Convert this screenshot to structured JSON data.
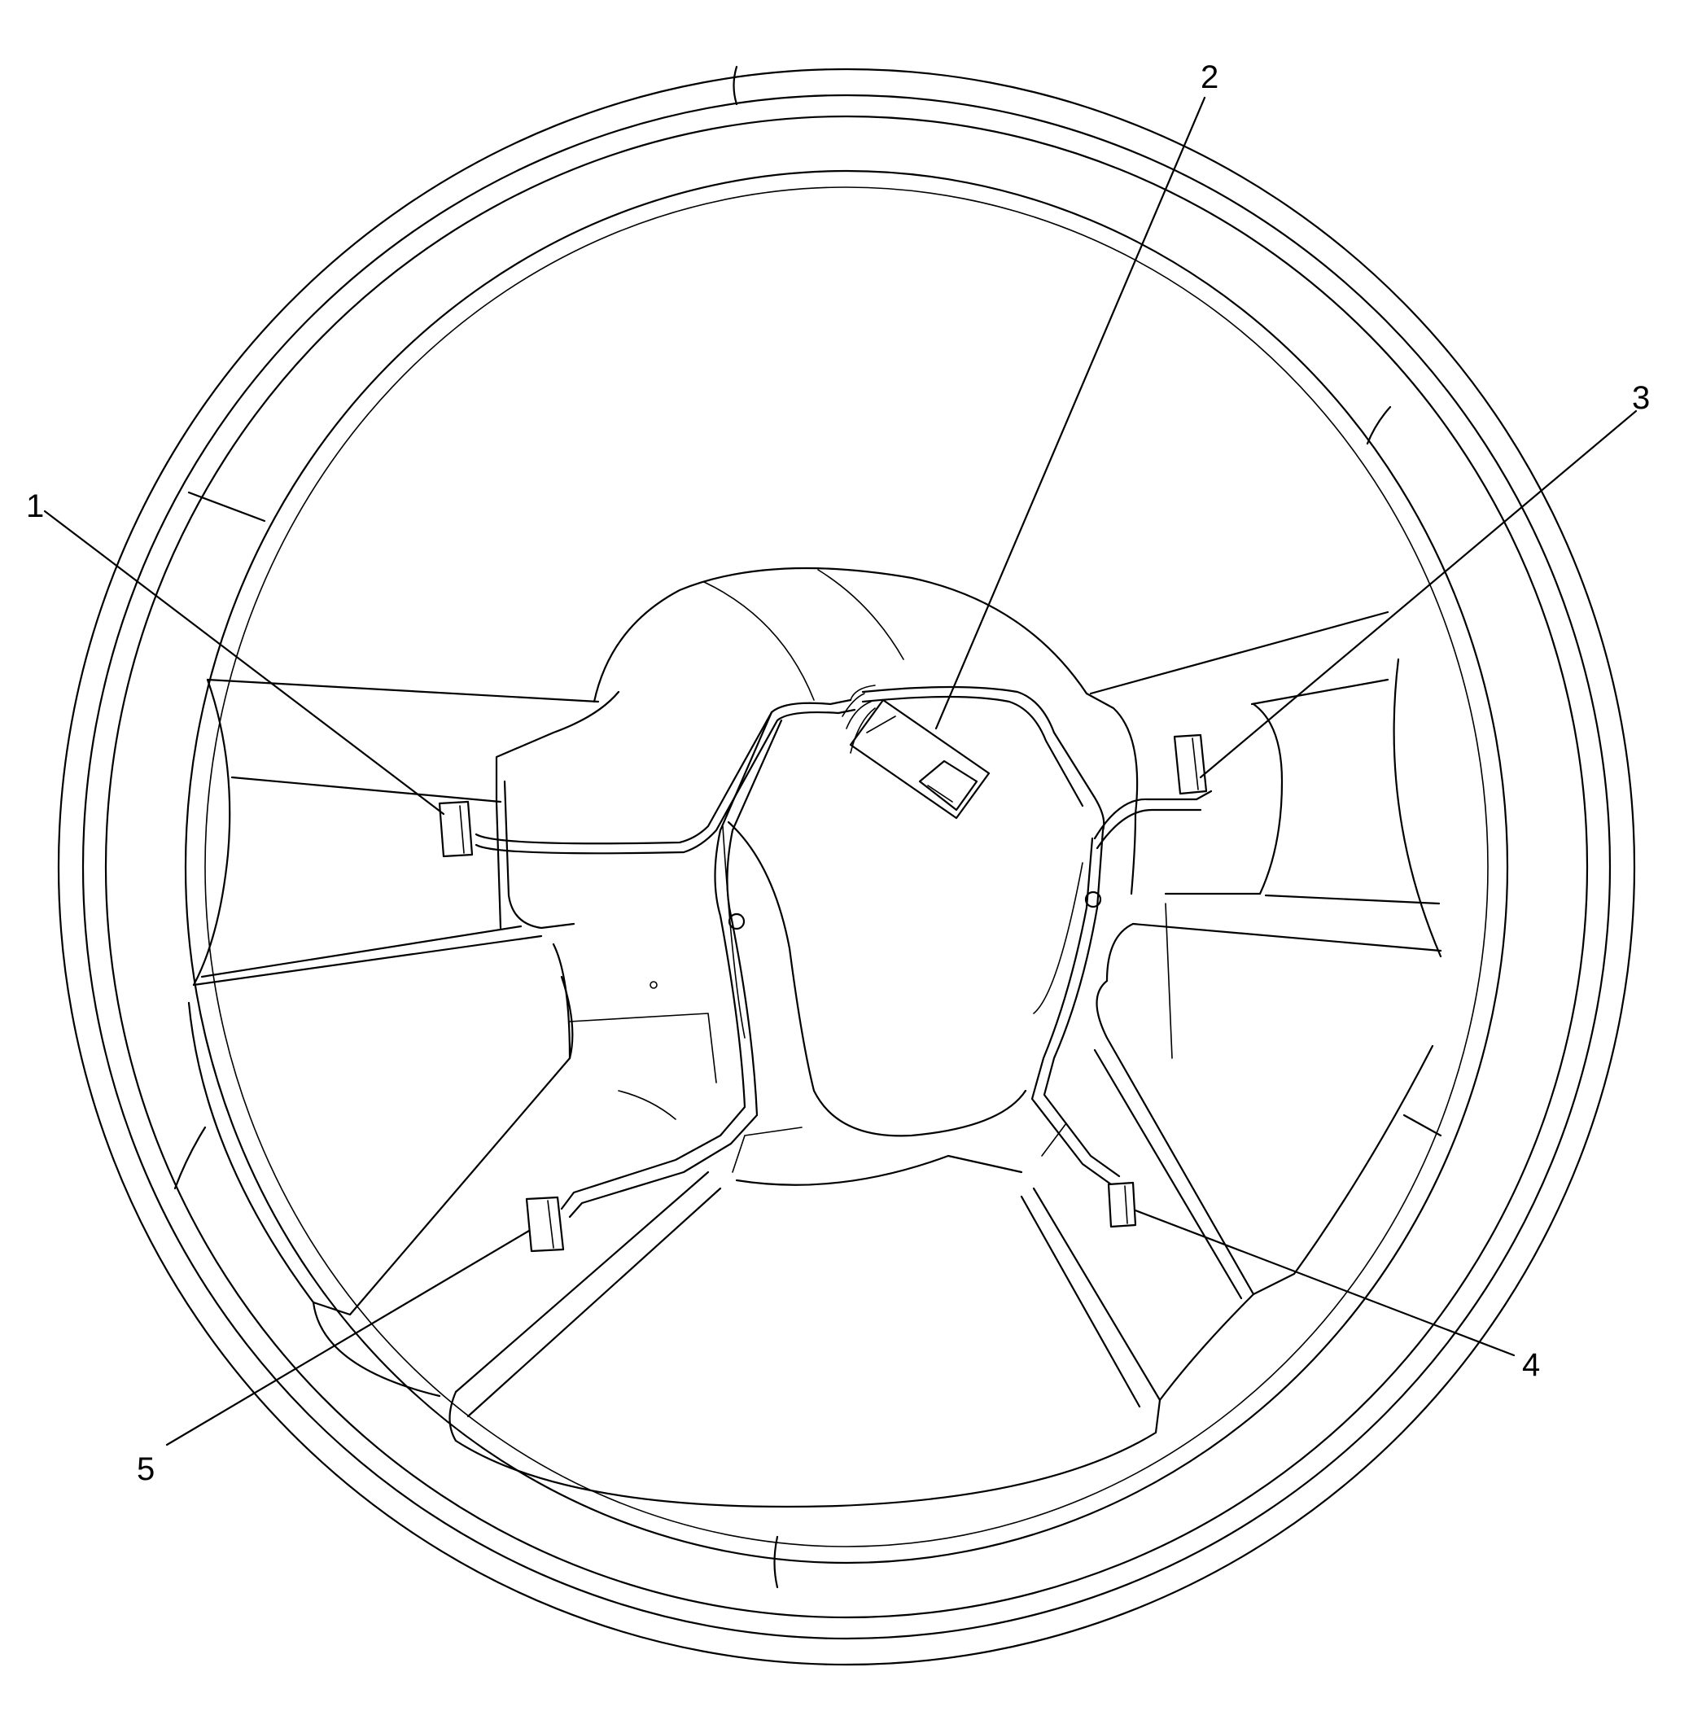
{
  "callouts": [
    {
      "id": "1",
      "label": "1",
      "part": "switch-connector-1"
    },
    {
      "id": "2",
      "label": "2",
      "part": "harness-connector"
    },
    {
      "id": "3",
      "label": "3",
      "part": "switch-connector-3"
    },
    {
      "id": "4",
      "label": "4",
      "part": "switch-connector-4"
    },
    {
      "id": "5",
      "label": "5",
      "part": "switch-connector-5"
    }
  ],
  "colors": {
    "line": "#000000",
    "background": "#ffffff"
  }
}
